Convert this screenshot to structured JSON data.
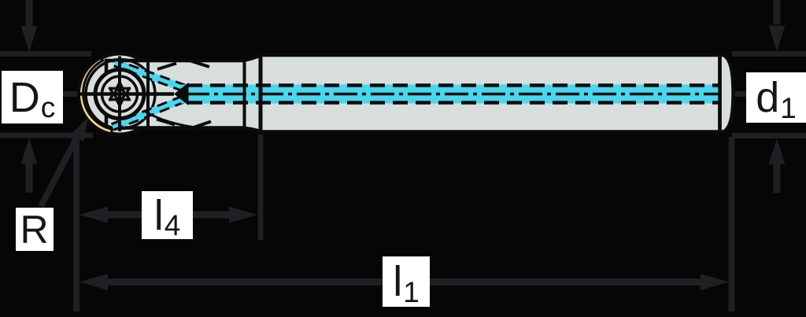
{
  "colors": {
    "background": "#060607",
    "dimension_lines": "#1f1f24",
    "tool_body": "#d8dedb",
    "outline": "#0b0b0c",
    "coolant": "#47d7ee",
    "insert": "#f7d584",
    "label_bg": "#ffffff",
    "label_text": "#161616"
  },
  "drawing": {
    "kind": "ball-nose-end-mill-dimension-drawing",
    "labels": {
      "cutting_diameter": {
        "main": "D",
        "sub": "c"
      },
      "shank_diameter": {
        "main": "d",
        "sub": "1"
      },
      "corner_radius": {
        "main": "R",
        "sub": ""
      },
      "cutting_length": {
        "main": "l",
        "sub": "4"
      },
      "overall_length": {
        "main": "l",
        "sub": "1"
      }
    }
  }
}
